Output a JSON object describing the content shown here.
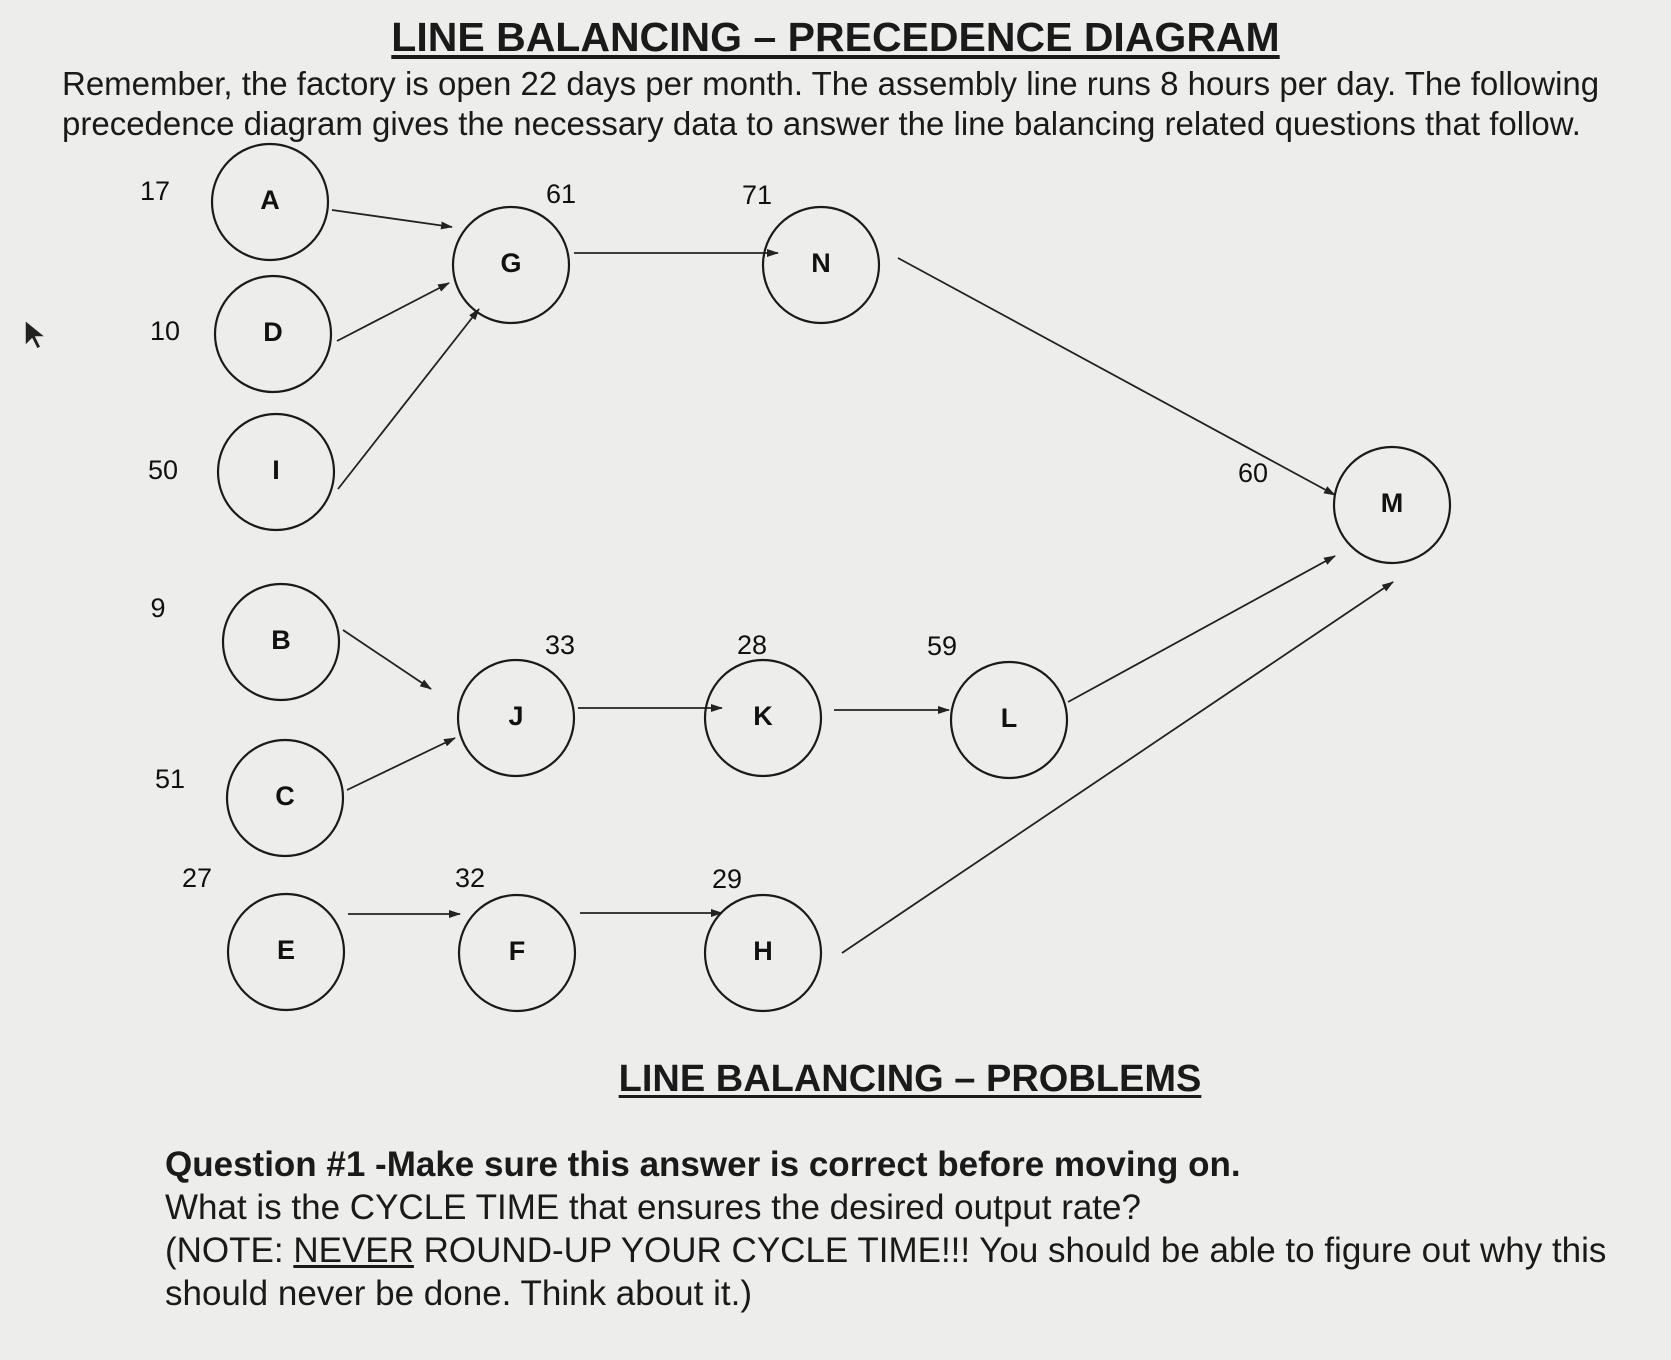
{
  "title": "LINE BALANCING – PRECEDENCE DIAGRAM",
  "intro": "Remember, the factory is open 22 days per month.  The assembly line runs 8 hours per day.  The following precedence diagram gives the necessary data to answer the line balancing related questions that follow.",
  "tasks": [
    {
      "id": "A",
      "time": "17",
      "predecessors": []
    },
    {
      "id": "D",
      "time": "10",
      "predecessors": []
    },
    {
      "id": "I",
      "time": "50",
      "predecessors": []
    },
    {
      "id": "B",
      "time": "9",
      "predecessors": []
    },
    {
      "id": "C",
      "time": "51",
      "predecessors": []
    },
    {
      "id": "E",
      "time": "27",
      "predecessors": []
    },
    {
      "id": "G",
      "time": "61",
      "predecessors": [
        "A",
        "D",
        "I"
      ]
    },
    {
      "id": "N",
      "time": "71",
      "predecessors": [
        "G"
      ]
    },
    {
      "id": "J",
      "time": "33",
      "predecessors": [
        "B",
        "C"
      ]
    },
    {
      "id": "K",
      "time": "28",
      "predecessors": [
        "J"
      ]
    },
    {
      "id": "L",
      "time": "59",
      "predecessors": [
        "K"
      ]
    },
    {
      "id": "F",
      "time": "32",
      "predecessors": [
        "E"
      ]
    },
    {
      "id": "H",
      "time": "29",
      "predecessors": [
        "F"
      ]
    },
    {
      "id": "M",
      "time": "60",
      "predecessors": [
        "N",
        "L",
        "H"
      ]
    }
  ],
  "problems": {
    "heading": "LINE BALANCING – PROBLEMS",
    "q1_heading": "Question #1  -Make sure this answer is correct before moving on.",
    "q1_line2": "What is the CYCLE TIME that ensures the desired output rate?",
    "q1_note_pre": "(NOTE: ",
    "q1_note_em": "NEVER",
    "q1_note_post": " ROUND-UP YOUR CYCLE TIME!!!  You should be able to figure out why this should never be done. Think about it.)"
  }
}
